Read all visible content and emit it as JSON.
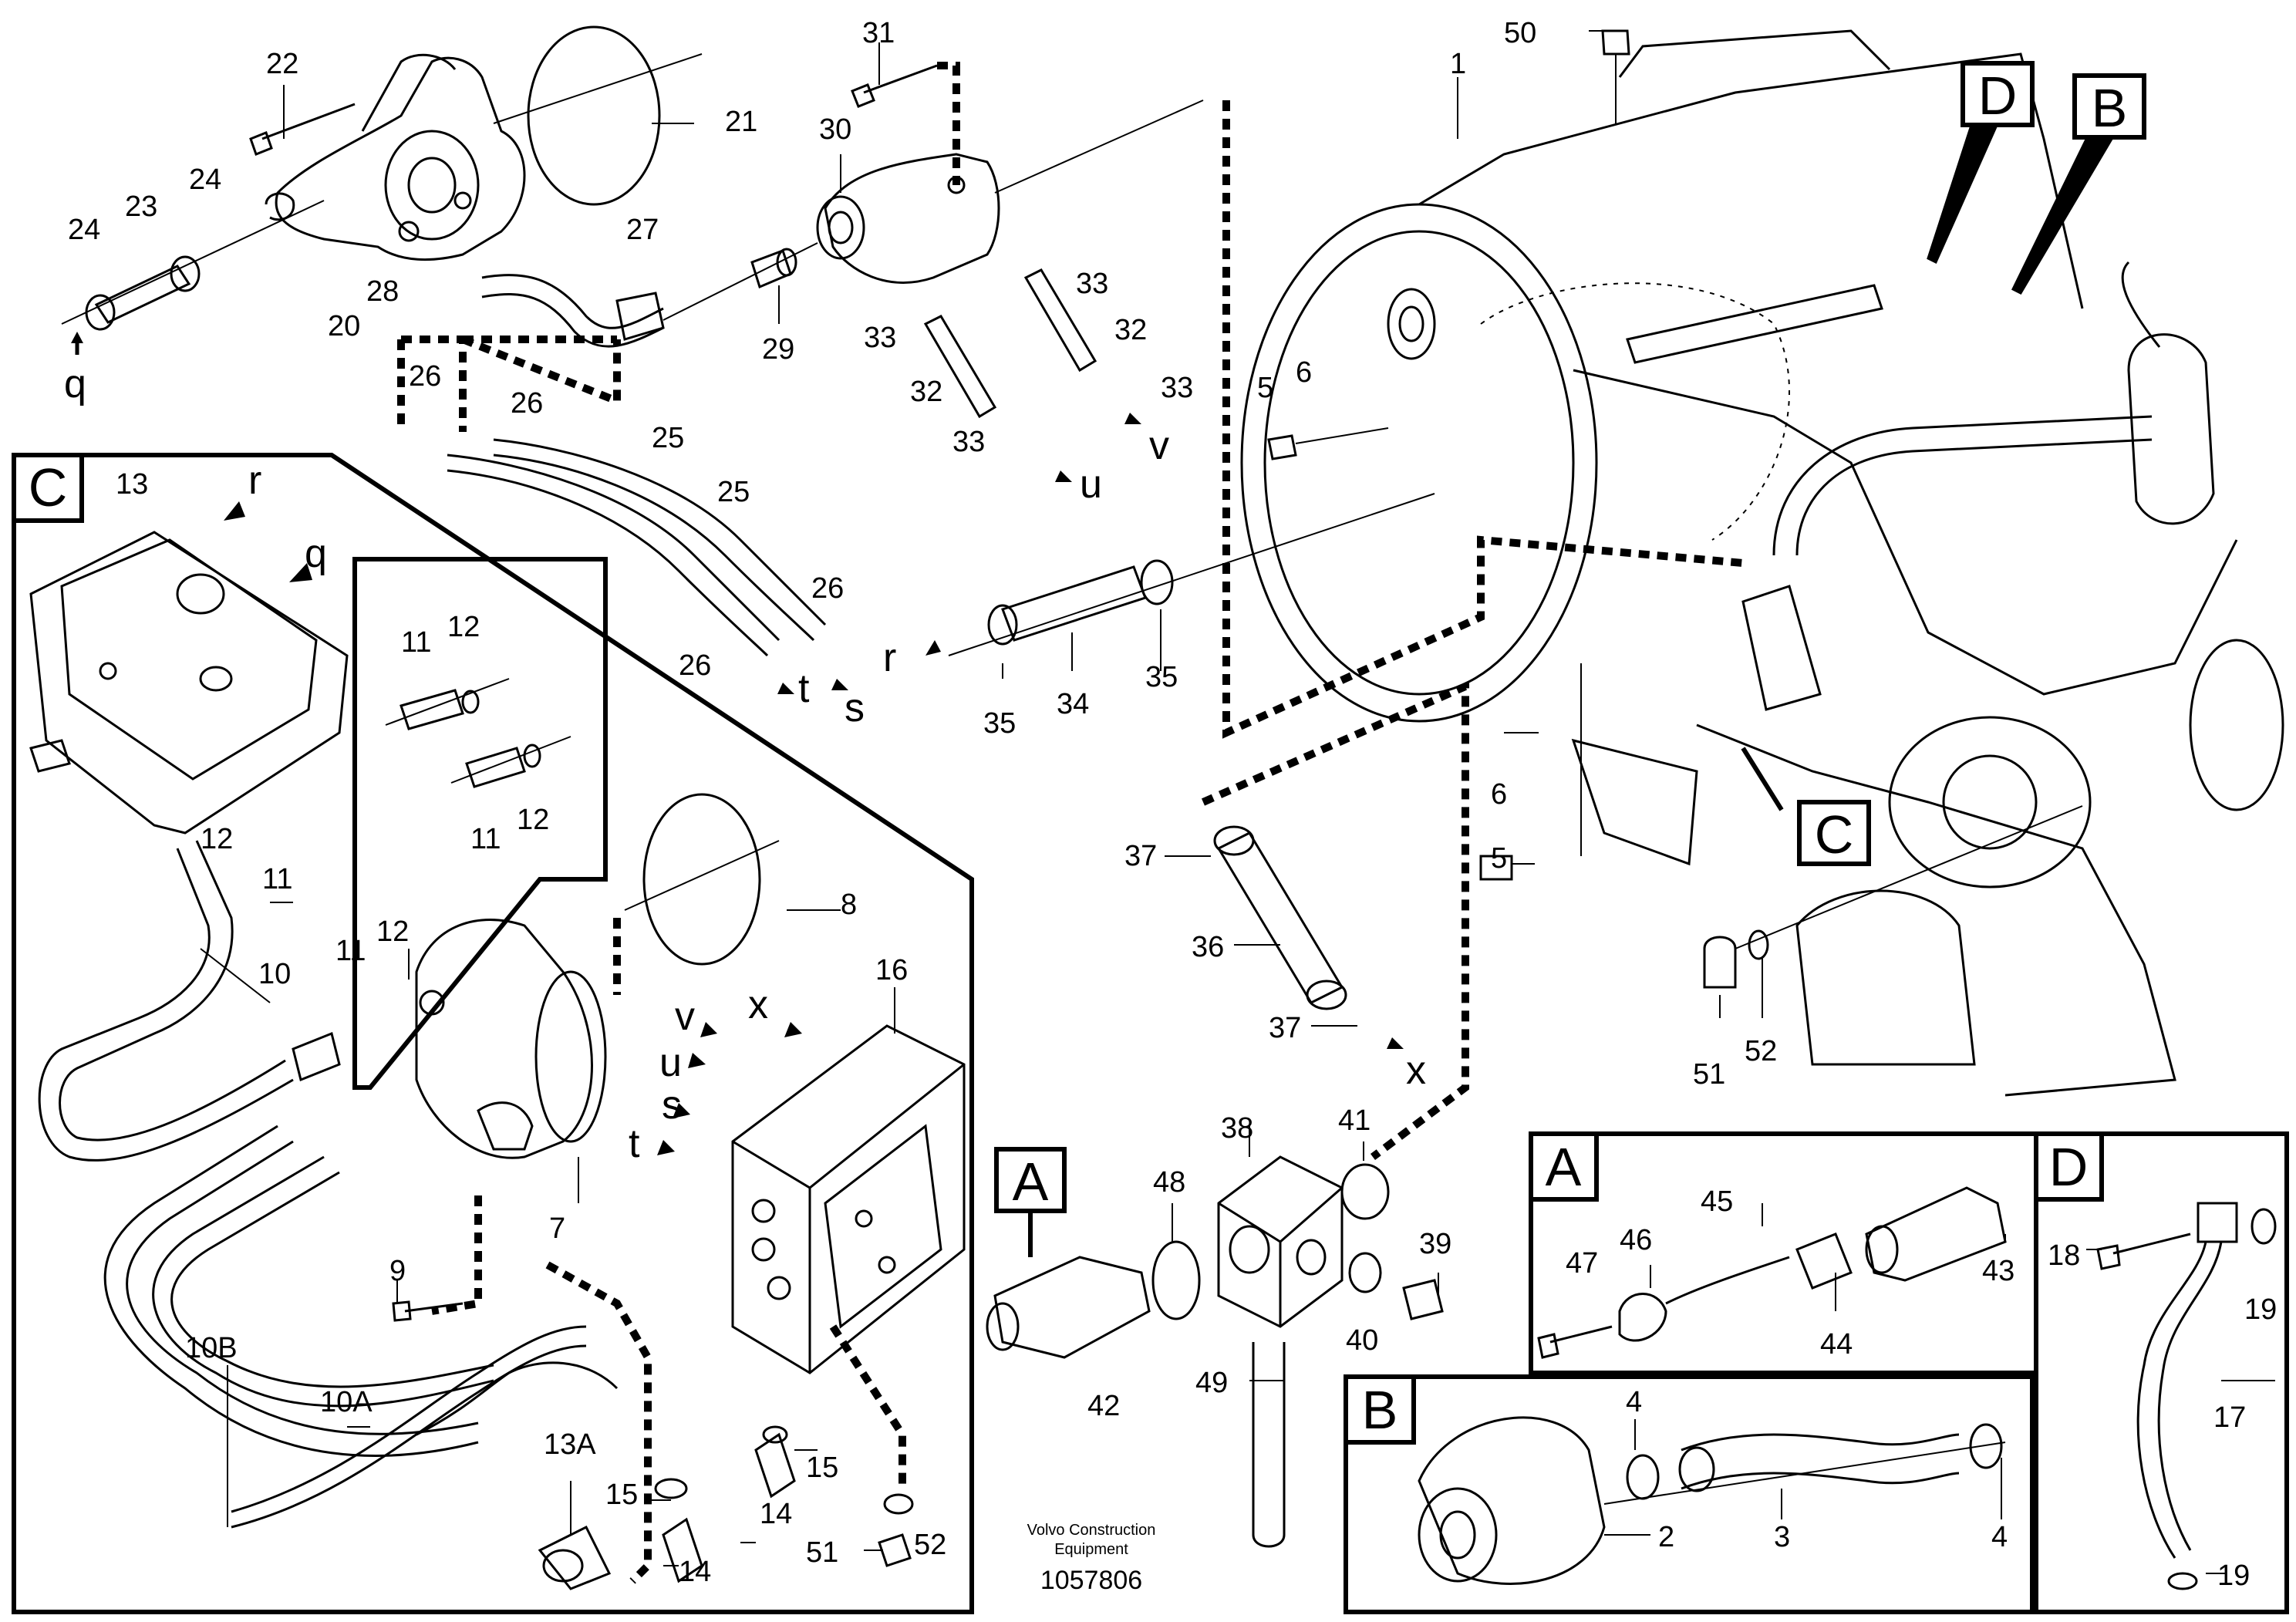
{
  "callouts": [
    {
      "id": "c22",
      "text": "22"
    },
    {
      "id": "c24a",
      "text": "24"
    },
    {
      "id": "c23",
      "text": "23"
    },
    {
      "id": "c24b",
      "text": "24"
    },
    {
      "id": "c20",
      "text": "20"
    },
    {
      "id": "c28",
      "text": "28"
    },
    {
      "id": "c27",
      "text": "27"
    },
    {
      "id": "c21",
      "text": "21"
    },
    {
      "id": "c31",
      "text": "31"
    },
    {
      "id": "c30",
      "text": "30"
    },
    {
      "id": "c29",
      "text": "29"
    },
    {
      "id": "c33a",
      "text": "33"
    },
    {
      "id": "c33b",
      "text": "33"
    },
    {
      "id": "c32a",
      "text": "32"
    },
    {
      "id": "c33c",
      "text": "33"
    },
    {
      "id": "c32b",
      "text": "32"
    },
    {
      "id": "c33d",
      "text": "33"
    },
    {
      "id": "c26a",
      "text": "26"
    },
    {
      "id": "c26b",
      "text": "26"
    },
    {
      "id": "c25a",
      "text": "25"
    },
    {
      "id": "c25b",
      "text": "25"
    },
    {
      "id": "c26c",
      "text": "26"
    },
    {
      "id": "c26d",
      "text": "26"
    },
    {
      "id": "c50",
      "text": "50"
    },
    {
      "id": "c1",
      "text": "1"
    },
    {
      "id": "c5a",
      "text": "5"
    },
    {
      "id": "c6a",
      "text": "6"
    },
    {
      "id": "c35a",
      "text": "35"
    },
    {
      "id": "c34",
      "text": "34"
    },
    {
      "id": "c35b",
      "text": "35"
    },
    {
      "id": "c6b",
      "text": "6"
    },
    {
      "id": "c5b",
      "text": "5"
    },
    {
      "id": "c13",
      "text": "13"
    },
    {
      "id": "c11a",
      "text": "11"
    },
    {
      "id": "c12a",
      "text": "12"
    },
    {
      "id": "c11b",
      "text": "11"
    },
    {
      "id": "c12b",
      "text": "12"
    },
    {
      "id": "c12c",
      "text": "12"
    },
    {
      "id": "c11c",
      "text": "11"
    },
    {
      "id": "c8",
      "text": "8"
    },
    {
      "id": "c10",
      "text": "10"
    },
    {
      "id": "c11d",
      "text": "11"
    },
    {
      "id": "c12d",
      "text": "12"
    },
    {
      "id": "c16",
      "text": "16"
    },
    {
      "id": "c7",
      "text": "7"
    },
    {
      "id": "c9",
      "text": "9"
    },
    {
      "id": "c10B",
      "text": "10B"
    },
    {
      "id": "c10A",
      "text": "10A"
    },
    {
      "id": "c13A",
      "text": "13A"
    },
    {
      "id": "c15a",
      "text": "15"
    },
    {
      "id": "c15b",
      "text": "15"
    },
    {
      "id": "c14a",
      "text": "14"
    },
    {
      "id": "c14b",
      "text": "14"
    },
    {
      "id": "c51a",
      "text": "51"
    },
    {
      "id": "c52a",
      "text": "52"
    },
    {
      "id": "c37a",
      "text": "37"
    },
    {
      "id": "c36",
      "text": "36"
    },
    {
      "id": "c37b",
      "text": "37"
    },
    {
      "id": "c38",
      "text": "38"
    },
    {
      "id": "c48",
      "text": "48"
    },
    {
      "id": "c41",
      "text": "41"
    },
    {
      "id": "c39",
      "text": "39"
    },
    {
      "id": "c40",
      "text": "40"
    },
    {
      "id": "c42",
      "text": "42"
    },
    {
      "id": "c49",
      "text": "49"
    },
    {
      "id": "c51b",
      "text": "51"
    },
    {
      "id": "c52b",
      "text": "52"
    },
    {
      "id": "c45",
      "text": "45"
    },
    {
      "id": "c46",
      "text": "46"
    },
    {
      "id": "c47",
      "text": "47"
    },
    {
      "id": "c44",
      "text": "44"
    },
    {
      "id": "c43",
      "text": "43"
    },
    {
      "id": "c18",
      "text": "18"
    },
    {
      "id": "c19a",
      "text": "19"
    },
    {
      "id": "c17",
      "text": "17"
    },
    {
      "id": "c19b",
      "text": "19"
    },
    {
      "id": "c4a",
      "text": "4"
    },
    {
      "id": "c2",
      "text": "2"
    },
    {
      "id": "c3",
      "text": "3"
    },
    {
      "id": "c4b",
      "text": "4"
    }
  ],
  "connection_letters": [
    {
      "id": "q1",
      "text": "q"
    },
    {
      "id": "r1",
      "text": "r"
    },
    {
      "id": "q2",
      "text": "q"
    },
    {
      "id": "r2",
      "text": "r"
    },
    {
      "id": "s1",
      "text": "s"
    },
    {
      "id": "t1",
      "text": "t"
    },
    {
      "id": "u1",
      "text": "u"
    },
    {
      "id": "v1",
      "text": "v"
    },
    {
      "id": "x1",
      "text": "x"
    },
    {
      "id": "v2",
      "text": "v"
    },
    {
      "id": "u2",
      "text": "u"
    },
    {
      "id": "s2",
      "text": "s"
    },
    {
      "id": "t2",
      "text": "t"
    },
    {
      "id": "x2",
      "text": "x"
    }
  ],
  "detail_boxes": {
    "C": "C",
    "D": "D",
    "B": "B",
    "A": "A",
    "C_marker": "C",
    "A_marker": "A",
    "D_marker": "D",
    "B_marker": "B"
  },
  "credit": {
    "line1": "Volvo Construction",
    "line2": "Equipment",
    "doc_number": "1057806"
  }
}
